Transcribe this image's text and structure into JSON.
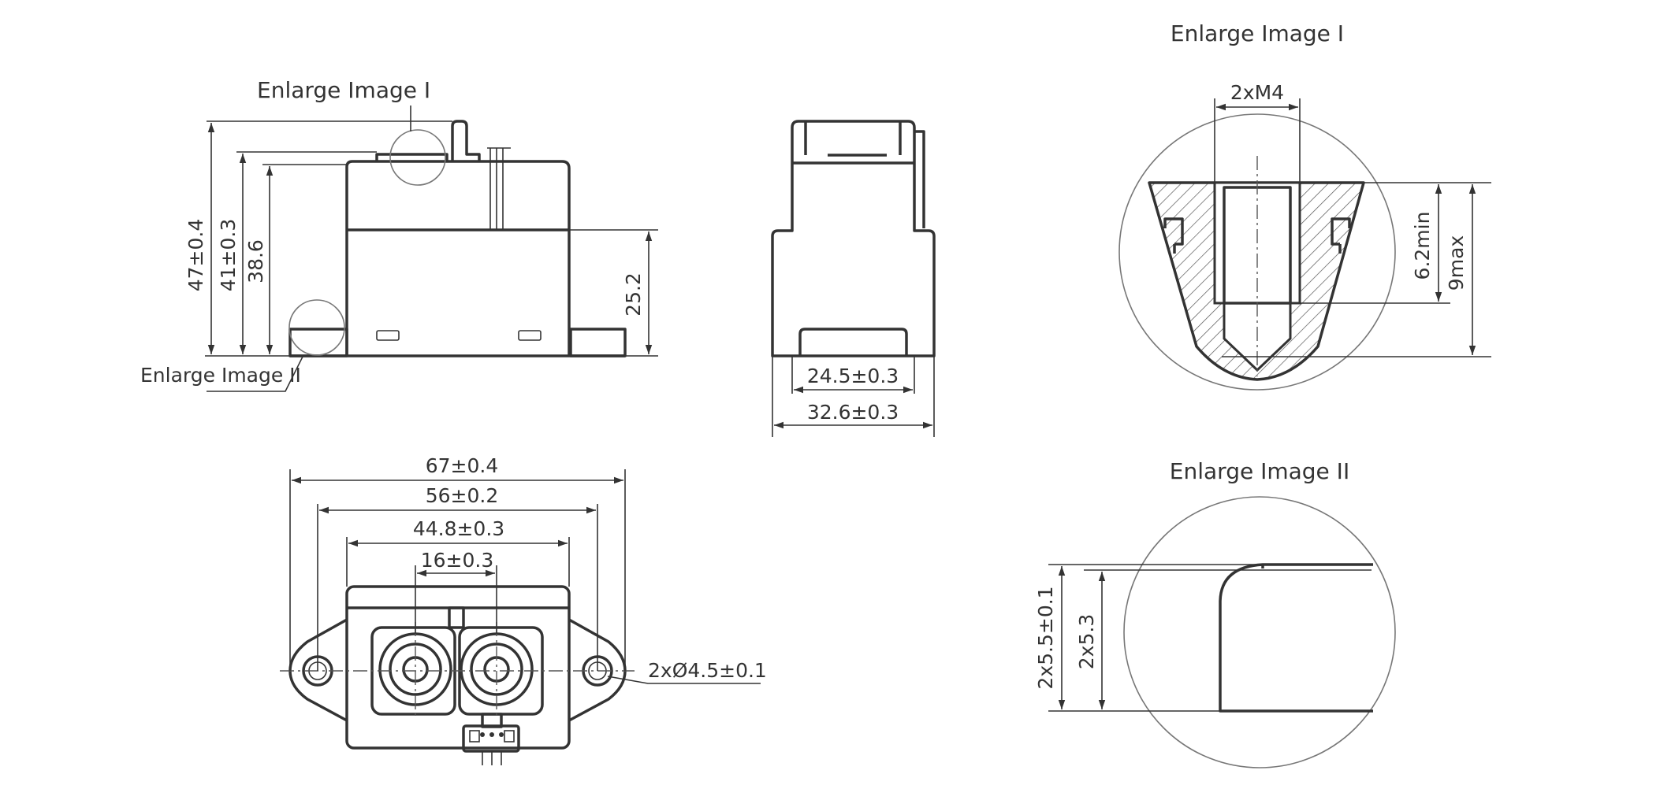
{
  "labels": {
    "enlarge_1_callout": "Enlarge Image I",
    "enlarge_2_callout": "Enlarge Image II",
    "enlarge_1_title": "Enlarge Image I",
    "enlarge_2_title": "Enlarge Image II"
  },
  "front_view": {
    "dim_total_height": "47±0.4",
    "dim_terminal_height": "41±0.3",
    "dim_cover_height": "38.6",
    "dim_base_height": "25.2"
  },
  "side_view": {
    "dim_inner_width": "24.5±0.3",
    "dim_outer_width": "32.6±0.3"
  },
  "top_view": {
    "dim_overall_length": "67±0.4",
    "dim_mount_pitch": "56±0.2",
    "dim_body_length": "44.8±0.3",
    "dim_terminal_pitch": "16±0.3",
    "dim_hole": "2xØ4.5±0.1"
  },
  "detail_1": {
    "dim_thread": "2xM4",
    "dim_thread_depth": "6.2min",
    "dim_depth_max": "9max"
  },
  "detail_2": {
    "dim_outer": "2x5.5±0.1",
    "dim_inner": "2x5.3"
  }
}
